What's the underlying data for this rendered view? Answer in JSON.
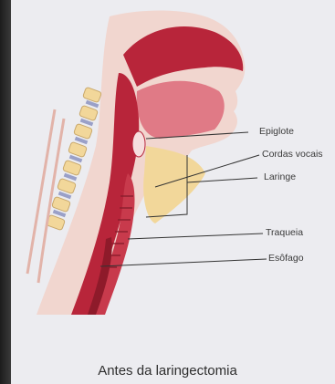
{
  "labels": {
    "epiglote": "Epiglote",
    "cordas_vocais": "Cordas vocais",
    "laringe": "Laringe",
    "traqueia": "Traqueia",
    "esofago": "Esôfago"
  },
  "caption": "Antes da laringectomia",
  "colors": {
    "tissue_dark": "#b8253a",
    "tissue_light": "#e07a86",
    "bone": "#f2d79a",
    "skin": "#f1d6cf",
    "line": "#333333"
  }
}
